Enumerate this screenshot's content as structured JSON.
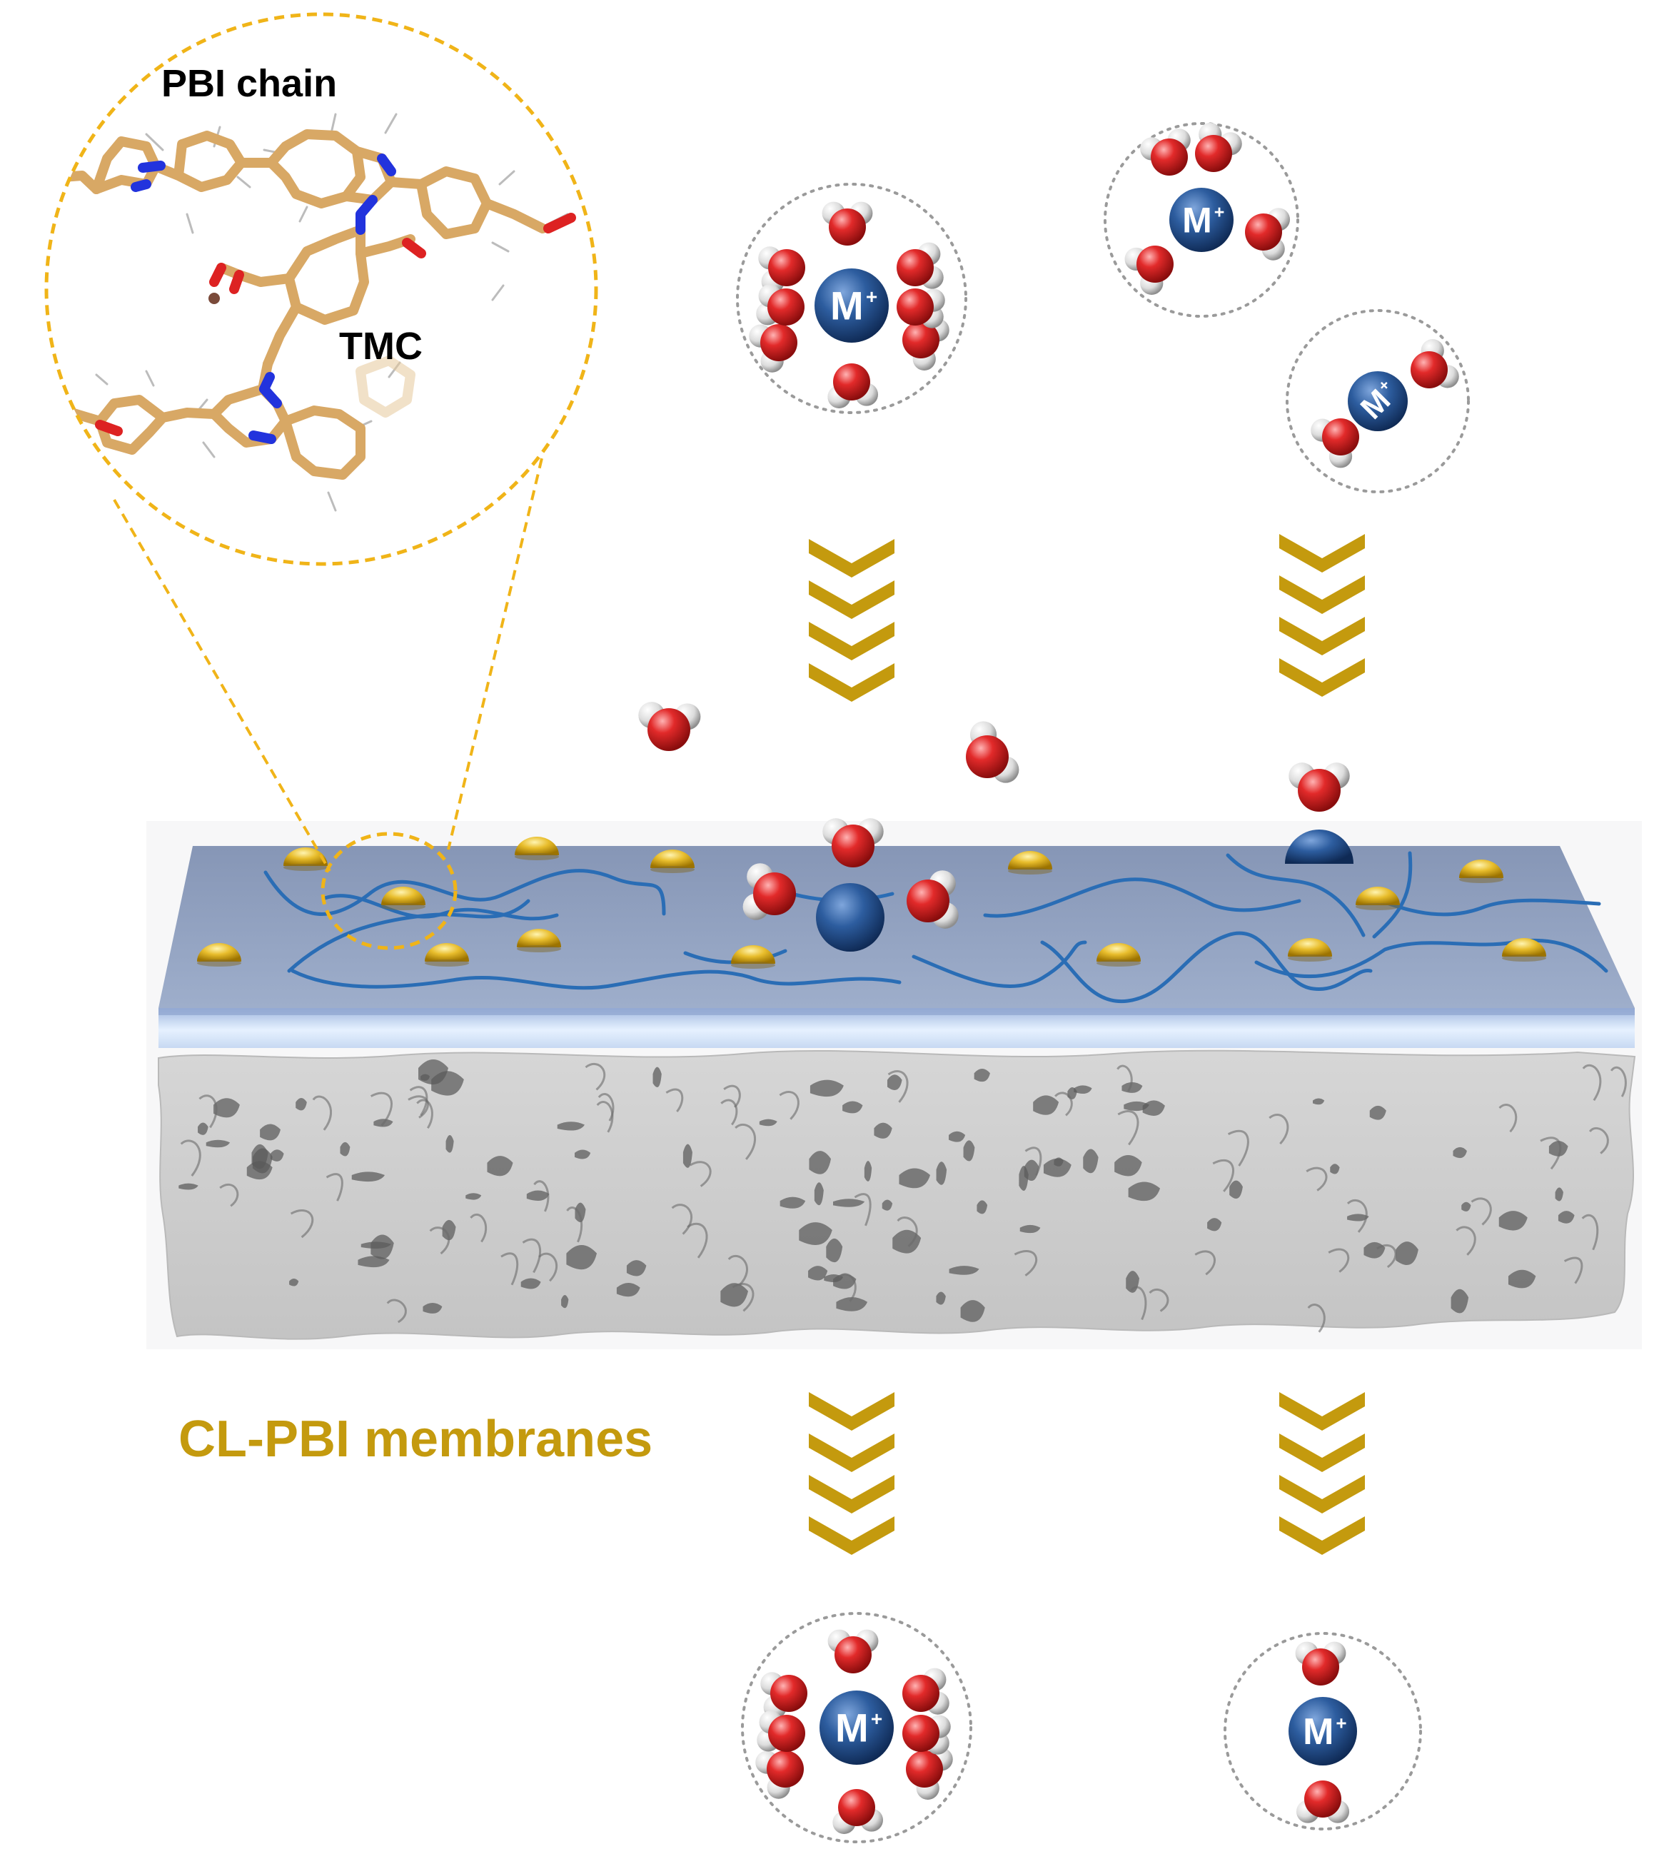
{
  "inset": {
    "chain_label": "PBI chain",
    "crosslinker_label": "TMC"
  },
  "membrane": {
    "label": "CL-PBI membranes"
  },
  "ion": {
    "label": "M",
    "charge": "+"
  },
  "colors": {
    "label_gold": "#c49a0e",
    "arrow_gold": "#c49a0e",
    "zoom_dash": "#f0b418",
    "stick_tan": "#d8a865",
    "nitrogen": "#2233dd",
    "oxygen": "#dd2222",
    "ion_blue": "#1f4e8c",
    "water_oxygen": "#d62424",
    "water_hydrogen": "#eeeeee",
    "layer_top": "#8f9fbd",
    "polymer_chain": "#2a6db5",
    "site_gold": "#e3b72f",
    "support_gray": "#c8c8c8"
  }
}
